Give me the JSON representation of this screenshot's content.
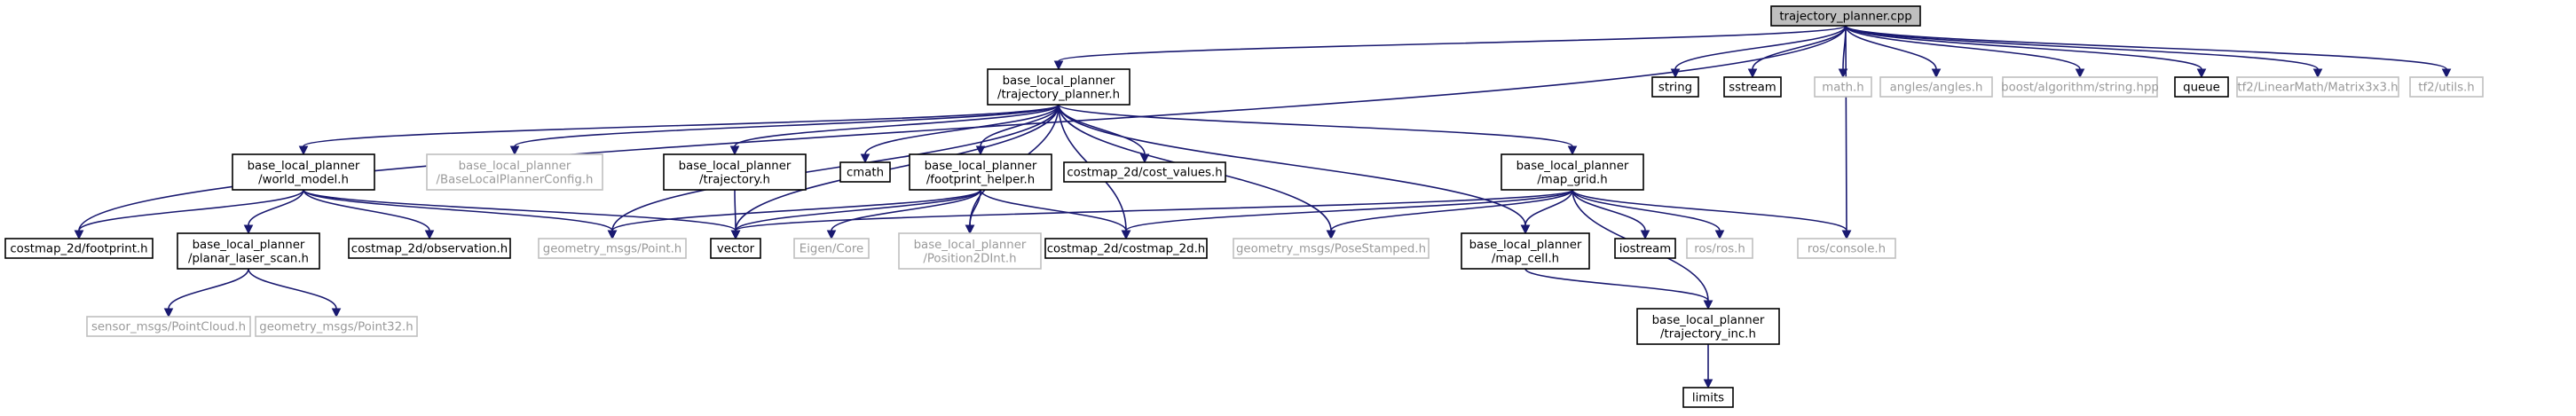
{
  "graph": {
    "colors": {
      "edge": "#191970",
      "root_fill": "#bfbfbf",
      "documented_border": "#000000",
      "undocumented_border": "#bfbfbf",
      "node_fill": "#ffffff",
      "documented_text": "#000000",
      "undocumented_text": "#9a9a9a"
    },
    "nodes": [
      {
        "id": "trajectory_planner_cpp",
        "lines": [
          "trajectory_planner.cpp"
        ],
        "kind": "root"
      },
      {
        "id": "trajectory_planner_h",
        "lines": [
          "base_local_planner",
          "/trajectory_planner.h"
        ],
        "kind": "documented"
      },
      {
        "id": "string",
        "lines": [
          "string"
        ],
        "kind": "documented"
      },
      {
        "id": "sstream",
        "lines": [
          "sstream"
        ],
        "kind": "documented"
      },
      {
        "id": "math_h",
        "lines": [
          "math.h"
        ],
        "kind": "external"
      },
      {
        "id": "angles_h",
        "lines": [
          "angles/angles.h"
        ],
        "kind": "external"
      },
      {
        "id": "boost_string",
        "lines": [
          "boost/algorithm/string.hpp"
        ],
        "kind": "external"
      },
      {
        "id": "queue",
        "lines": [
          "queue"
        ],
        "kind": "documented"
      },
      {
        "id": "matrix3x3",
        "lines": [
          "tf2/LinearMath/Matrix3x3.h"
        ],
        "kind": "external"
      },
      {
        "id": "tf2_utils",
        "lines": [
          "tf2/utils.h"
        ],
        "kind": "external"
      },
      {
        "id": "world_model_h",
        "lines": [
          "base_local_planner",
          "/world_model.h"
        ],
        "kind": "documented"
      },
      {
        "id": "config_h",
        "lines": [
          "base_local_planner",
          "/BaseLocalPlannerConfig.h"
        ],
        "kind": "external"
      },
      {
        "id": "trajectory_h",
        "lines": [
          "base_local_planner",
          "/trajectory.h"
        ],
        "kind": "documented"
      },
      {
        "id": "cmath",
        "lines": [
          "cmath"
        ],
        "kind": "documented"
      },
      {
        "id": "footprint_helper_h",
        "lines": [
          "base_local_planner",
          "/footprint_helper.h"
        ],
        "kind": "documented"
      },
      {
        "id": "cost_values_h",
        "lines": [
          "costmap_2d/cost_values.h"
        ],
        "kind": "documented"
      },
      {
        "id": "map_grid_h",
        "lines": [
          "base_local_planner",
          "/map_grid.h"
        ],
        "kind": "documented"
      },
      {
        "id": "footprint_h",
        "lines": [
          "costmap_2d/footprint.h"
        ],
        "kind": "documented"
      },
      {
        "id": "planar_laser_scan_h",
        "lines": [
          "base_local_planner",
          "/planar_laser_scan.h"
        ],
        "kind": "documented"
      },
      {
        "id": "observation_h",
        "lines": [
          "costmap_2d/observation.h"
        ],
        "kind": "documented"
      },
      {
        "id": "point_h",
        "lines": [
          "geometry_msgs/Point.h"
        ],
        "kind": "external"
      },
      {
        "id": "vector",
        "lines": [
          "vector"
        ],
        "kind": "documented"
      },
      {
        "id": "eigen_core",
        "lines": [
          "Eigen/Core"
        ],
        "kind": "external"
      },
      {
        "id": "position2dint_h",
        "lines": [
          "base_local_planner",
          "/Position2DInt.h"
        ],
        "kind": "external"
      },
      {
        "id": "costmap_2d_h",
        "lines": [
          "costmap_2d/costmap_2d.h"
        ],
        "kind": "documented"
      },
      {
        "id": "pose_stamped_h",
        "lines": [
          "geometry_msgs/PoseStamped.h"
        ],
        "kind": "external"
      },
      {
        "id": "map_cell_h",
        "lines": [
          "base_local_planner",
          "/map_cell.h"
        ],
        "kind": "documented"
      },
      {
        "id": "iostream",
        "lines": [
          "iostream"
        ],
        "kind": "documented"
      },
      {
        "id": "ros_h",
        "lines": [
          "ros/ros.h"
        ],
        "kind": "external"
      },
      {
        "id": "console_h",
        "lines": [
          "ros/console.h"
        ],
        "kind": "external"
      },
      {
        "id": "point_cloud_h",
        "lines": [
          "sensor_msgs/PointCloud.h"
        ],
        "kind": "external"
      },
      {
        "id": "point32_h",
        "lines": [
          "geometry_msgs/Point32.h"
        ],
        "kind": "external"
      },
      {
        "id": "trajectory_inc_h",
        "lines": [
          "base_local_planner",
          "/trajectory_inc.h"
        ],
        "kind": "documented"
      },
      {
        "id": "limits",
        "lines": [
          "limits"
        ],
        "kind": "documented"
      }
    ],
    "edges": [
      {
        "from": "trajectory_planner_cpp",
        "to": "trajectory_planner_h"
      },
      {
        "from": "trajectory_planner_cpp",
        "to": "string"
      },
      {
        "from": "trajectory_planner_cpp",
        "to": "sstream"
      },
      {
        "from": "trajectory_planner_cpp",
        "to": "math_h"
      },
      {
        "from": "trajectory_planner_cpp",
        "to": "angles_h"
      },
      {
        "from": "trajectory_planner_cpp",
        "to": "boost_string"
      },
      {
        "from": "trajectory_planner_cpp",
        "to": "queue"
      },
      {
        "from": "trajectory_planner_cpp",
        "to": "matrix3x3"
      },
      {
        "from": "trajectory_planner_cpp",
        "to": "tf2_utils"
      },
      {
        "from": "trajectory_planner_cpp",
        "to": "footprint_h"
      },
      {
        "from": "trajectory_planner_cpp",
        "to": "console_h"
      },
      {
        "from": "trajectory_planner_h",
        "to": "world_model_h"
      },
      {
        "from": "trajectory_planner_h",
        "to": "config_h"
      },
      {
        "from": "trajectory_planner_h",
        "to": "trajectory_h"
      },
      {
        "from": "trajectory_planner_h",
        "to": "cmath"
      },
      {
        "from": "trajectory_planner_h",
        "to": "footprint_helper_h"
      },
      {
        "from": "trajectory_planner_h",
        "to": "cost_values_h"
      },
      {
        "from": "trajectory_planner_h",
        "to": "map_grid_h"
      },
      {
        "from": "trajectory_planner_h",
        "to": "point_h"
      },
      {
        "from": "trajectory_planner_h",
        "to": "vector"
      },
      {
        "from": "trajectory_planner_h",
        "to": "costmap_2d_h"
      },
      {
        "from": "trajectory_planner_h",
        "to": "position2dint_h"
      },
      {
        "from": "trajectory_planner_h",
        "to": "pose_stamped_h"
      },
      {
        "from": "trajectory_planner_h",
        "to": "map_cell_h"
      },
      {
        "from": "world_model_h",
        "to": "footprint_h"
      },
      {
        "from": "world_model_h",
        "to": "planar_laser_scan_h"
      },
      {
        "from": "world_model_h",
        "to": "observation_h"
      },
      {
        "from": "world_model_h",
        "to": "point_h"
      },
      {
        "from": "world_model_h",
        "to": "vector"
      },
      {
        "from": "trajectory_h",
        "to": "vector"
      },
      {
        "from": "footprint_helper_h",
        "to": "point_h"
      },
      {
        "from": "footprint_helper_h",
        "to": "vector"
      },
      {
        "from": "footprint_helper_h",
        "to": "eigen_core"
      },
      {
        "from": "footprint_helper_h",
        "to": "position2dint_h"
      },
      {
        "from": "footprint_helper_h",
        "to": "costmap_2d_h"
      },
      {
        "from": "map_grid_h",
        "to": "vector"
      },
      {
        "from": "map_grid_h",
        "to": "costmap_2d_h"
      },
      {
        "from": "map_grid_h",
        "to": "pose_stamped_h"
      },
      {
        "from": "map_grid_h",
        "to": "map_cell_h"
      },
      {
        "from": "map_grid_h",
        "to": "iostream"
      },
      {
        "from": "map_grid_h",
        "to": "ros_h"
      },
      {
        "from": "map_grid_h",
        "to": "console_h"
      },
      {
        "from": "map_grid_h",
        "to": "trajectory_inc_h"
      },
      {
        "from": "planar_laser_scan_h",
        "to": "point_cloud_h"
      },
      {
        "from": "planar_laser_scan_h",
        "to": "point32_h"
      },
      {
        "from": "map_cell_h",
        "to": "trajectory_inc_h"
      },
      {
        "from": "trajectory_inc_h",
        "to": "limits"
      }
    ]
  }
}
